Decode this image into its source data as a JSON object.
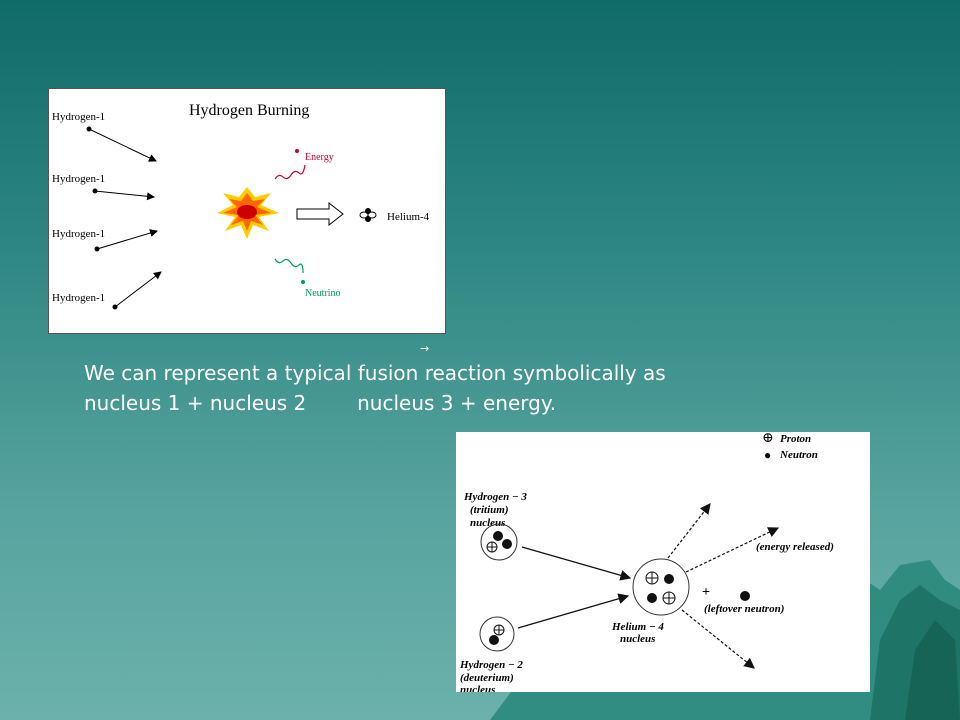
{
  "slide": {
    "caption_line1": "We can represent a typical fusion reaction symbolically as",
    "caption_line2": "nucleus 1 + nucleus 2        nucleus 3 + energy.",
    "arrow_symbol": "→"
  },
  "hydrogen_burning": {
    "title": "Hydrogen Burning",
    "inputs": [
      "Hydrogen-1",
      "Hydrogen-1",
      "Hydrogen-1",
      "Hydrogen-1"
    ],
    "energy_label": "Energy",
    "product_label": "Helium-4",
    "neutrino_label": "Neutrino",
    "colors": {
      "energy": "#cc0033",
      "neutrino": "#009966"
    }
  },
  "fusion_diagram": {
    "legend": [
      {
        "symbol": "⊕",
        "label": "Proton"
      },
      {
        "symbol": "●",
        "label": "Neutron"
      }
    ],
    "tritium_label": [
      "Hydrogen − 3",
      "(tritium)",
      "nucleus"
    ],
    "deuterium_label": [
      "Hydrogen − 2",
      "(deuterium)",
      "nucleus"
    ],
    "helium_label": [
      "Helium − 4",
      "nucleus"
    ],
    "energy_label": "(energy released)",
    "plus_sign": "+",
    "neutron_label": "(leftover neutron)",
    "proton_symbol": "⊕"
  }
}
